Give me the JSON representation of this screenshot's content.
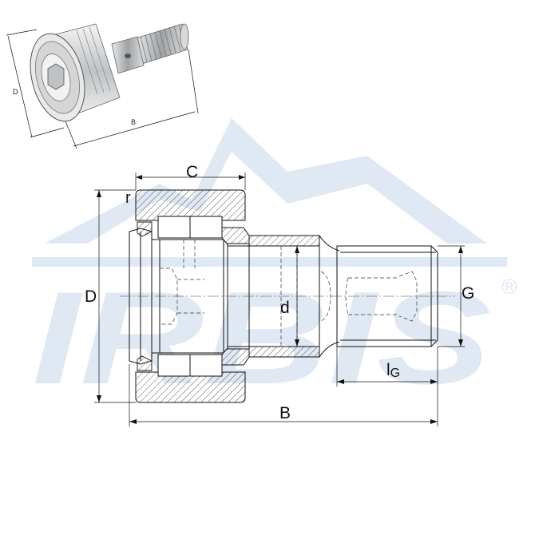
{
  "watermark": {
    "brand": "IRBIS",
    "registered": "®",
    "color": "#dfe8f3"
  },
  "iso_view": {
    "label_D": "D",
    "label_B": "B"
  },
  "drawing": {
    "label_C": "C",
    "label_r": "r",
    "label_D": "D",
    "label_d": "d",
    "label_G": "G",
    "label_lG_main": "l",
    "label_lG_sub": "G",
    "label_B": "B"
  },
  "colors": {
    "line": "#111111",
    "hatch": "#333333"
  }
}
